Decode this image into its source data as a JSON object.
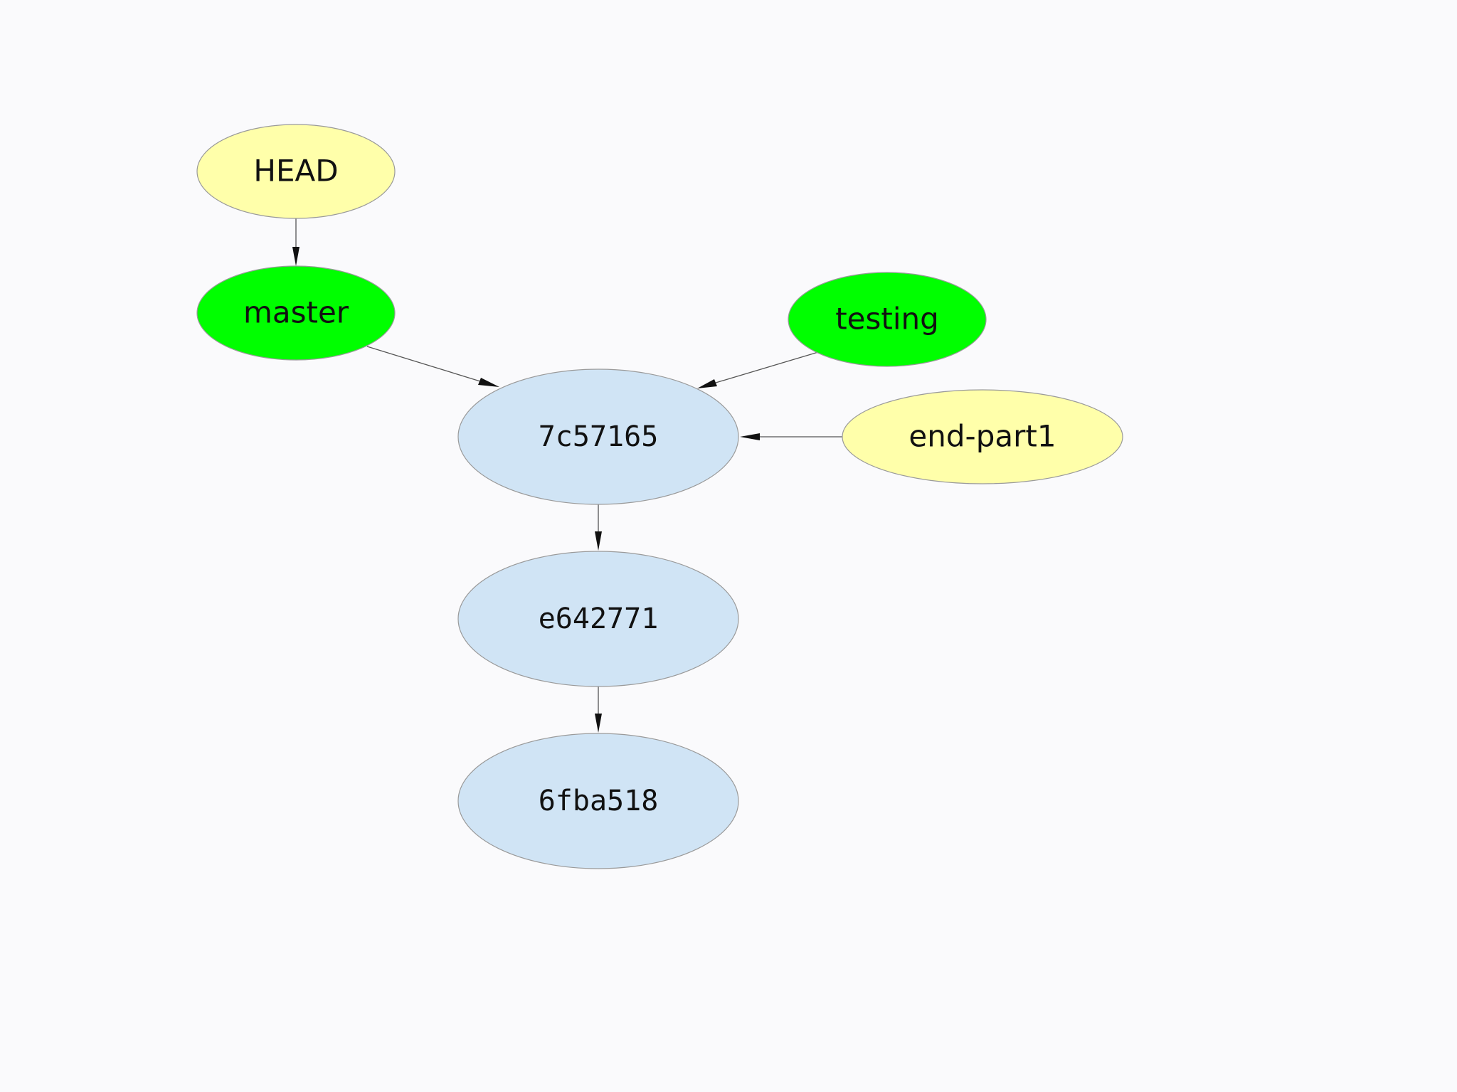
{
  "graph": {
    "nodes": {
      "head": {
        "label": "HEAD",
        "fill": "#ffffaa"
      },
      "master": {
        "label": "master",
        "fill": "#00ff00"
      },
      "testing": {
        "label": "testing",
        "fill": "#00ff00"
      },
      "end_part1": {
        "label": "end-part1",
        "fill": "#ffffaa"
      },
      "c7c57165": {
        "label": "7c57165",
        "fill": "#d0e4f5"
      },
      "ce642771": {
        "label": "e642771",
        "fill": "#d0e4f5"
      },
      "c6fba518": {
        "label": "6fba518",
        "fill": "#d0e4f5"
      }
    },
    "edges": [
      {
        "from": "HEAD",
        "to": "master"
      },
      {
        "from": "master",
        "to": "7c57165"
      },
      {
        "from": "testing",
        "to": "7c57165"
      },
      {
        "from": "end-part1",
        "to": "7c57165"
      },
      {
        "from": "7c57165",
        "to": "e642771"
      },
      {
        "from": "e642771",
        "to": "6fba518"
      }
    ],
    "colors": {
      "ref_fill": "#ffffaa",
      "branch_fill": "#00ff00",
      "commit_fill": "#d0e4f5",
      "node_stroke": "#9a9a9a",
      "edge_stroke": "#555555"
    }
  }
}
